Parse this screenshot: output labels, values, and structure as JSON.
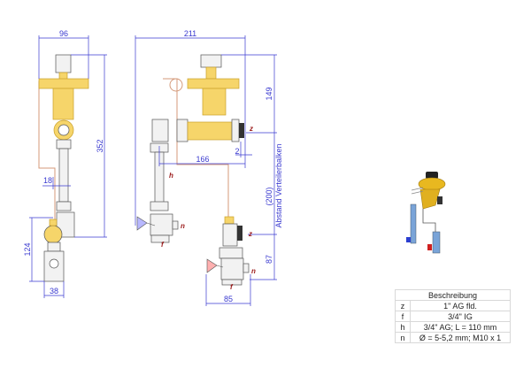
{
  "dimensions": {
    "left_width": "96",
    "left_height": "352",
    "left_offset": "18",
    "left_lower_height": "124",
    "left_lower_width": "38",
    "right_width": "211",
    "right_upper_height": "149",
    "right_distance": "(200)",
    "right_distance_label": "Abstand Verteilerbalken",
    "right_lower_height": "87",
    "right_pipe_length": "166",
    "right_gap": "2",
    "right_lower_width": "85"
  },
  "ports": {
    "z1": "z",
    "z2": "z",
    "h": "h",
    "n1": "n",
    "n2": "n",
    "f1": "f",
    "f2": "f"
  },
  "table": {
    "header": "Beschreibung",
    "rows": [
      {
        "key": "z",
        "value": "1\" AG fld."
      },
      {
        "key": "f",
        "value": "3/4\" IG"
      },
      {
        "key": "h",
        "value": "3/4\" AG; L = 110 mm"
      },
      {
        "key": "n",
        "value": "Ø = 5-5,2 mm; M10 x 1"
      }
    ]
  },
  "colors": {
    "dimension": "#3a3ad0",
    "port_label": "#9b1a1a",
    "brass": "#f6d56a",
    "copper": "#d49a7a"
  }
}
